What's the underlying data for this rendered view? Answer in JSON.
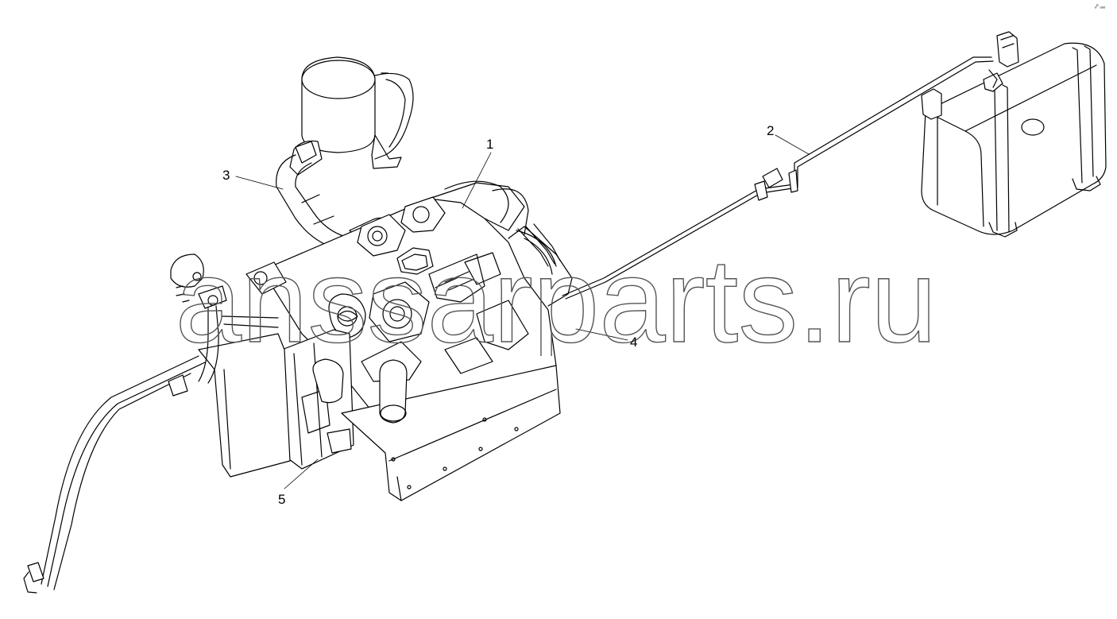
{
  "callouts": {
    "c1": "1",
    "c2": "2",
    "c3": "3",
    "c4": "4",
    "c5": "5"
  },
  "corner_code": "ₒᴾ ₒₒₒ",
  "watermark": "anssarparts.ru",
  "colors": {
    "line": "#000000",
    "background": "#ffffff",
    "watermark_stroke": "#555555"
  }
}
